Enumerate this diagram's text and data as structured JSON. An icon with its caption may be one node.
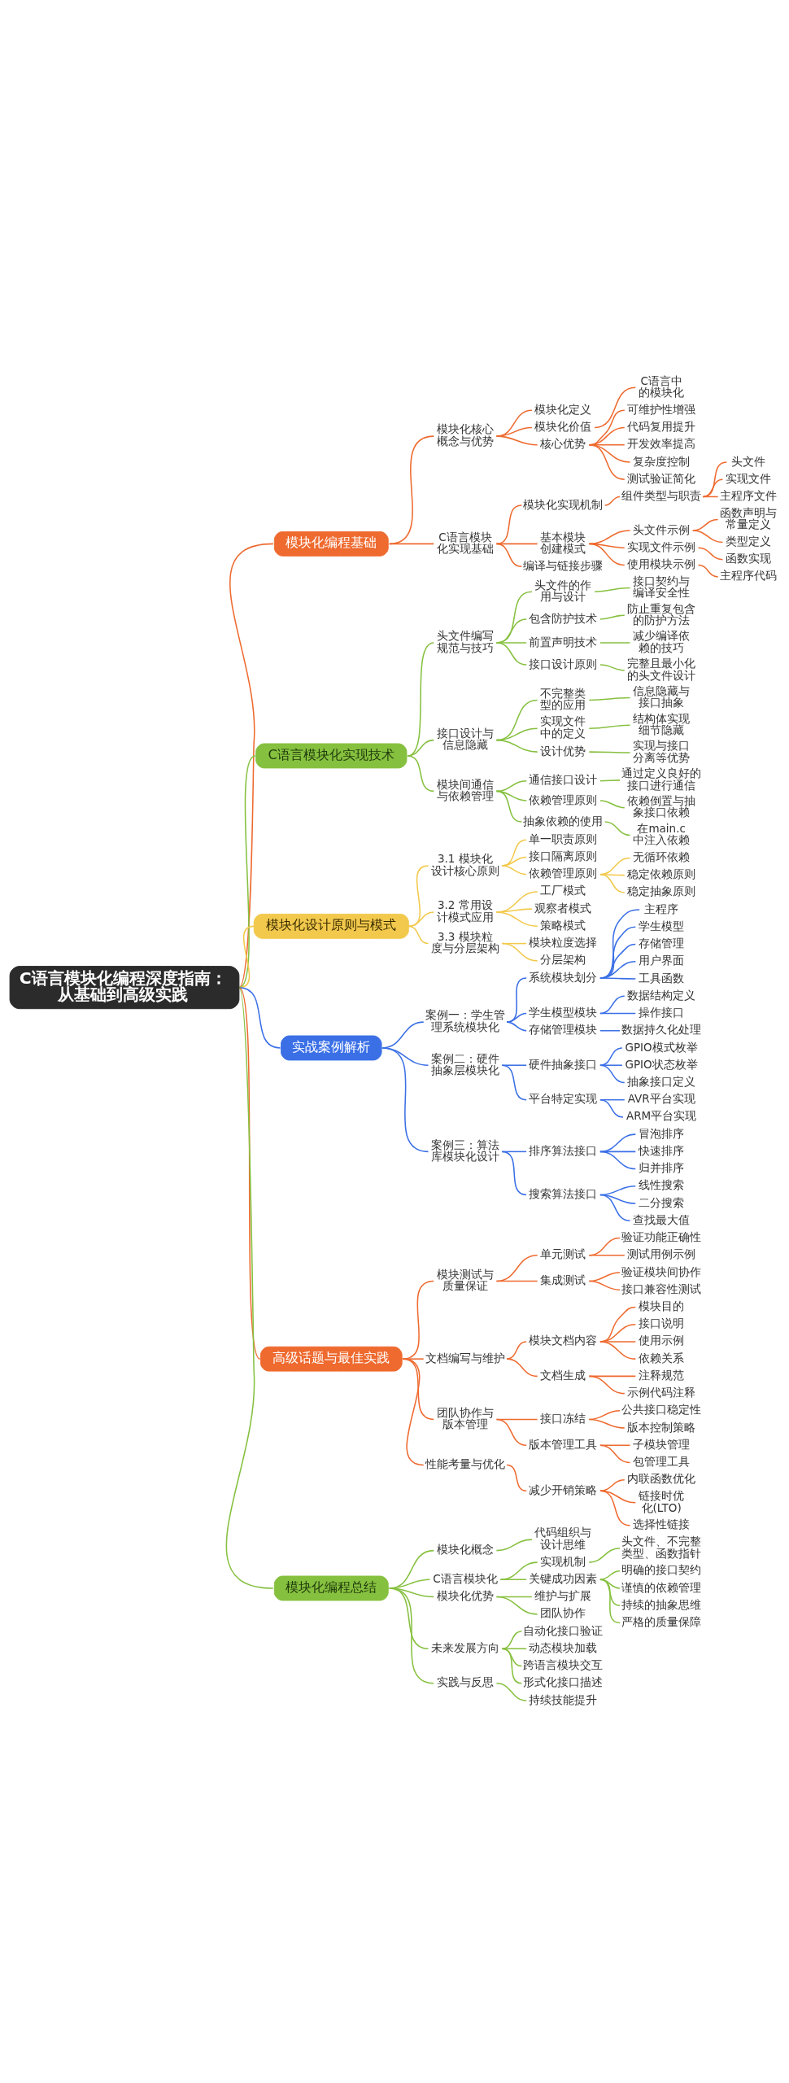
{
  "diagram": {
    "nodes": [
      {
        "text": [
          "C语言模块化编程深度指南：从基础到高级实践"
        ]
      },
      {
        "text": [
          "模块化编程基础"
        ]
      },
      {
        "text": [
          "模块化核心概念与优势"
        ]
      },
      {
        "text": [
          "模块化定义"
        ]
      },
      {
        "text": [
          "模块化价值"
        ]
      },
      {
        "text": [
          "C语言中的模块化"
        ]
      },
      {
        "text": [
          "核心优势"
        ]
      },
      {
        "text": [
          "可维护性增强"
        ]
      },
      {
        "text": [
          "代码复用提升"
        ]
      },
      {
        "text": [
          "开发效率提高"
        ]
      },
      {
        "text": [
          "复杂度控制"
        ]
      },
      {
        "text": [
          "测试验证简化"
        ]
      },
      {
        "text": [
          "C语言模块化实现基础"
        ]
      },
      {
        "text": [
          "模块化实现机制"
        ]
      },
      {
        "text": [
          "组件类型与职责"
        ]
      },
      {
        "text": [
          "头文件"
        ]
      },
      {
        "text": [
          "实现文件"
        ]
      },
      {
        "text": [
          "主程序文件"
        ]
      },
      {
        "text": [
          "基本模块创建模式"
        ]
      },
      {
        "text": [
          "头文件示例"
        ]
      },
      {
        "text": [
          "函数声明与常量定义"
        ]
      },
      {
        "text": [
          "类型定义"
        ]
      },
      {
        "text": [
          "实现文件示例"
        ]
      },
      {
        "text": [
          "函数实现"
        ]
      },
      {
        "text": [
          "使用模块示例"
        ]
      },
      {
        "text": [
          "主程序代码"
        ]
      },
      {
        "text": [
          "编译与链接步骤"
        ]
      },
      {
        "text": [
          "C语言模块化实现技术"
        ]
      },
      {
        "text": [
          "头文件编写规范与技巧"
        ]
      },
      {
        "text": [
          "头文件的作用与设计"
        ]
      },
      {
        "text": [
          "接口契约与编译安全性"
        ]
      },
      {
        "text": [
          "包含防护技术"
        ]
      },
      {
        "text": [
          "防止重复包含的防护方法"
        ]
      },
      {
        "text": [
          "前置声明技术"
        ]
      },
      {
        "text": [
          "减少编译依赖的技巧"
        ]
      },
      {
        "text": [
          "接口设计原则"
        ]
      },
      {
        "text": [
          "完整且最小化的头文件设计"
        ]
      },
      {
        "text": [
          "接口设计与信息隐藏"
        ]
      },
      {
        "text": [
          "不完整类型的应用"
        ]
      },
      {
        "text": [
          "信息隐藏与接口抽象"
        ]
      },
      {
        "text": [
          "实现文件中的定义"
        ]
      },
      {
        "text": [
          "结构体实现细节隐藏"
        ]
      },
      {
        "text": [
          "设计优势"
        ]
      },
      {
        "text": [
          "实现与接口分离等优势"
        ]
      },
      {
        "text": [
          "模块间通信与依赖管理"
        ]
      },
      {
        "text": [
          "通信接口设计"
        ]
      },
      {
        "text": [
          "通过定义良好的接口进行通信"
        ]
      },
      {
        "text": [
          "依赖管理原则"
        ]
      },
      {
        "text": [
          "依赖倒置与抽象接口依赖"
        ]
      },
      {
        "text": [
          "抽象依赖的使用"
        ]
      },
      {
        "text": [
          "在main.c中注入依赖"
        ]
      },
      {
        "text": [
          "模块化设计原则与模式"
        ]
      },
      {
        "text": [
          "3.1 模块化设计核心原则"
        ]
      },
      {
        "text": [
          "单一职责原则"
        ]
      },
      {
        "text": [
          "接口隔离原则"
        ]
      },
      {
        "text": [
          "依赖管理原则"
        ]
      },
      {
        "text": [
          "无循环依赖"
        ]
      },
      {
        "text": [
          "稳定依赖原则"
        ]
      },
      {
        "text": [
          "稳定抽象原则"
        ]
      },
      {
        "text": [
          "3.2 常用设计模式应用"
        ]
      },
      {
        "text": [
          "工厂模式"
        ]
      },
      {
        "text": [
          "观察者模式"
        ]
      },
      {
        "text": [
          "策略模式"
        ]
      },
      {
        "text": [
          "3.3 模块粒度与分层架构"
        ]
      },
      {
        "text": [
          "模块粒度选择"
        ]
      },
      {
        "text": [
          "分层架构"
        ]
      },
      {
        "text": [
          "实战案例解析"
        ]
      },
      {
        "text": [
          "案例一：学生管理系统模块化"
        ]
      },
      {
        "text": [
          "系统模块划分"
        ]
      },
      {
        "text": [
          "主程序"
        ]
      },
      {
        "text": [
          "学生模型"
        ]
      },
      {
        "text": [
          "存储管理"
        ]
      },
      {
        "text": [
          "用户界面"
        ]
      },
      {
        "text": [
          "工具函数"
        ]
      },
      {
        "text": [
          "学生模型模块"
        ]
      },
      {
        "text": [
          "数据结构定义"
        ]
      },
      {
        "text": [
          "操作接口"
        ]
      },
      {
        "text": [
          "存储管理模块"
        ]
      },
      {
        "text": [
          "数据持久化处理"
        ]
      },
      {
        "text": [
          "案例二：硬件抽象层模块化"
        ]
      },
      {
        "text": [
          "硬件抽象接口"
        ]
      },
      {
        "text": [
          "GPIO模式枚举"
        ]
      },
      {
        "text": [
          "GPIO状态枚举"
        ]
      },
      {
        "text": [
          "抽象接口定义"
        ]
      },
      {
        "text": [
          "平台特定实现"
        ]
      },
      {
        "text": [
          "AVR平台实现"
        ]
      },
      {
        "text": [
          "ARM平台实现"
        ]
      },
      {
        "text": [
          "案例三：算法库模块化设计"
        ]
      },
      {
        "text": [
          "排序算法接口"
        ]
      },
      {
        "text": [
          "冒泡排序"
        ]
      },
      {
        "text": [
          "快速排序"
        ]
      },
      {
        "text": [
          "归并排序"
        ]
      },
      {
        "text": [
          "搜索算法接口"
        ]
      },
      {
        "text": [
          "线性搜索"
        ]
      },
      {
        "text": [
          "二分搜索"
        ]
      },
      {
        "text": [
          "查找最大值"
        ]
      },
      {
        "text": [
          "高级话题与最佳实践"
        ]
      },
      {
        "text": [
          "模块测试与质量保证"
        ]
      },
      {
        "text": [
          "单元测试"
        ]
      },
      {
        "text": [
          "验证功能正确性"
        ]
      },
      {
        "text": [
          "测试用例示例"
        ]
      },
      {
        "text": [
          "集成测试"
        ]
      },
      {
        "text": [
          "验证模块间协作"
        ]
      },
      {
        "text": [
          "接口兼容性测试"
        ]
      },
      {
        "text": [
          "文档编写与维护"
        ]
      },
      {
        "text": [
          "模块文档内容"
        ]
      },
      {
        "text": [
          "模块目的"
        ]
      },
      {
        "text": [
          "接口说明"
        ]
      },
      {
        "text": [
          "使用示例"
        ]
      },
      {
        "text": [
          "依赖关系"
        ]
      },
      {
        "text": [
          "文档生成"
        ]
      },
      {
        "text": [
          "注释规范"
        ]
      },
      {
        "text": [
          "示例代码注释"
        ]
      },
      {
        "text": [
          "团队协作与版本管理"
        ]
      },
      {
        "text": [
          "接口冻结"
        ]
      },
      {
        "text": [
          "公共接口稳定性"
        ]
      },
      {
        "text": [
          "版本控制策略"
        ]
      },
      {
        "text": [
          "版本管理工具"
        ]
      },
      {
        "text": [
          "子模块管理"
        ]
      },
      {
        "text": [
          "包管理工具"
        ]
      },
      {
        "text": [
          "性能考量与优化"
        ]
      },
      {
        "text": [
          "减少开销策略"
        ]
      },
      {
        "text": [
          "内联函数优化"
        ]
      },
      {
        "text": [
          "链接时优化(LTO)"
        ]
      },
      {
        "text": [
          "选择性链接"
        ]
      },
      {
        "text": [
          "模块化编程总结"
        ]
      },
      {
        "text": [
          "模块化概念"
        ]
      },
      {
        "text": [
          "代码组织与设计思维"
        ]
      },
      {
        "text": [
          "C语言模块化"
        ]
      },
      {
        "text": [
          "实现机制"
        ]
      },
      {
        "text": [
          "头文件、不完整类型、函数指针"
        ]
      },
      {
        "text": [
          "关键成功因素"
        ]
      },
      {
        "text": [
          "明确的接口契约"
        ]
      },
      {
        "text": [
          "谨慎的依赖管理"
        ]
      },
      {
        "text": [
          "持续的抽象思维"
        ]
      },
      {
        "text": [
          "严格的质量保障"
        ]
      },
      {
        "text": [
          "模块化优势"
        ]
      },
      {
        "text": [
          "维护与扩展"
        ]
      },
      {
        "text": [
          "团队协作"
        ]
      },
      {
        "text": [
          "未来发展方向"
        ]
      },
      {
        "text": [
          "自动化接口验证"
        ]
      },
      {
        "text": [
          "动态模块加载"
        ]
      },
      {
        "text": [
          "跨语言模块交互"
        ]
      },
      {
        "text": [
          "形式化接口描述"
        ]
      },
      {
        "text": [
          "实践与反思"
        ]
      },
      {
        "text": [
          "持续技能提升"
        ]
      }
    ],
    "edges": [
      {
        "from": 0,
        "to": 1,
        "arrow": "none",
        "color": "#ee6a2f"
      },
      {
        "from": 1,
        "to": 2,
        "arrow": "none",
        "color": "#ee6a2f"
      },
      {
        "from": 2,
        "to": 3,
        "arrow": "none",
        "color": "#ee6a2f"
      },
      {
        "from": 2,
        "to": 4,
        "arrow": "none",
        "color": "#ee6a2f"
      },
      {
        "from": 4,
        "to": 5,
        "arrow": "none",
        "color": "#ee6a2f"
      },
      {
        "from": 2,
        "to": 6,
        "arrow": "none",
        "color": "#ee6a2f"
      },
      {
        "from": 6,
        "to": 7,
        "arrow": "none",
        "color": "#ee6a2f"
      },
      {
        "from": 6,
        "to": 8,
        "arrow": "none",
        "color": "#ee6a2f"
      },
      {
        "from": 6,
        "to": 9,
        "arrow": "none",
        "color": "#ee6a2f"
      },
      {
        "from": 6,
        "to": 10,
        "arrow": "none",
        "color": "#ee6a2f"
      },
      {
        "from": 6,
        "to": 11,
        "arrow": "none",
        "color": "#ee6a2f"
      },
      {
        "from": 1,
        "to": 12,
        "arrow": "none",
        "color": "#ee6a2f"
      },
      {
        "from": 12,
        "to": 13,
        "arrow": "none",
        "color": "#ee6a2f"
      },
      {
        "from": 13,
        "to": 14,
        "arrow": "none",
        "color": "#ee6a2f"
      },
      {
        "from": 14,
        "to": 15,
        "arrow": "none",
        "color": "#ee6a2f"
      },
      {
        "from": 14,
        "to": 16,
        "arrow": "none",
        "color": "#ee6a2f"
      },
      {
        "from": 14,
        "to": 17,
        "arrow": "none",
        "color": "#ee6a2f"
      },
      {
        "from": 12,
        "to": 18,
        "arrow": "none",
        "color": "#ee6a2f"
      },
      {
        "from": 18,
        "to": 19,
        "arrow": "none",
        "color": "#ee6a2f"
      },
      {
        "from": 19,
        "to": 20,
        "arrow": "none",
        "color": "#ee6a2f"
      },
      {
        "from": 19,
        "to": 21,
        "arrow": "none",
        "color": "#ee6a2f"
      },
      {
        "from": 18,
        "to": 22,
        "arrow": "none",
        "color": "#ee6a2f"
      },
      {
        "from": 22,
        "to": 23,
        "arrow": "none",
        "color": "#ee6a2f"
      },
      {
        "from": 18,
        "to": 24,
        "arrow": "none",
        "color": "#ee6a2f"
      },
      {
        "from": 24,
        "to": 25,
        "arrow": "none",
        "color": "#ee6a2f"
      },
      {
        "from": 12,
        "to": 26,
        "arrow": "none",
        "color": "#ee6a2f"
      },
      {
        "from": 0,
        "to": 27,
        "arrow": "none",
        "color": "#86c03f"
      },
      {
        "from": 27,
        "to": 28,
        "arrow": "none",
        "color": "#86c03f"
      },
      {
        "from": 28,
        "to": 29,
        "arrow": "none",
        "color": "#86c03f"
      },
      {
        "from": 29,
        "to": 30,
        "arrow": "none",
        "color": "#86c03f"
      },
      {
        "from": 28,
        "to": 31,
        "arrow": "none",
        "color": "#86c03f"
      },
      {
        "from": 31,
        "to": 32,
        "arrow": "none",
        "color": "#86c03f"
      },
      {
        "from": 28,
        "to": 33,
        "arrow": "none",
        "color": "#86c03f"
      },
      {
        "from": 33,
        "to": 34,
        "arrow": "none",
        "color": "#86c03f"
      },
      {
        "from": 28,
        "to": 35,
        "arrow": "none",
        "color": "#86c03f"
      },
      {
        "from": 35,
        "to": 36,
        "arrow": "none",
        "color": "#86c03f"
      },
      {
        "from": 27,
        "to": 37,
        "arrow": "none",
        "color": "#86c03f"
      },
      {
        "from": 37,
        "to": 38,
        "arrow": "none",
        "color": "#86c03f"
      },
      {
        "from": 38,
        "to": 39,
        "arrow": "none",
        "color": "#86c03f"
      },
      {
        "from": 37,
        "to": 40,
        "arrow": "none",
        "color": "#86c03f"
      },
      {
        "from": 40,
        "to": 41,
        "arrow": "none",
        "color": "#86c03f"
      },
      {
        "from": 37,
        "to": 42,
        "arrow": "none",
        "color": "#86c03f"
      },
      {
        "from": 42,
        "to": 43,
        "arrow": "none",
        "color": "#86c03f"
      },
      {
        "from": 27,
        "to": 44,
        "arrow": "none",
        "color": "#86c03f"
      },
      {
        "from": 44,
        "to": 45,
        "arrow": "none",
        "color": "#86c03f"
      },
      {
        "from": 45,
        "to": 46,
        "arrow": "none",
        "color": "#86c03f"
      },
      {
        "from": 44,
        "to": 47,
        "arrow": "none",
        "color": "#86c03f"
      },
      {
        "from": 47,
        "to": 48,
        "arrow": "none",
        "color": "#86c03f"
      },
      {
        "from": 44,
        "to": 49,
        "arrow": "none",
        "color": "#86c03f"
      },
      {
        "from": 49,
        "to": 50,
        "arrow": "none",
        "color": "#86c03f"
      },
      {
        "from": 0,
        "to": 51,
        "arrow": "none",
        "color": "#f2c94c"
      },
      {
        "from": 51,
        "to": 52,
        "arrow": "none",
        "color": "#f2c94c"
      },
      {
        "from": 52,
        "to": 53,
        "arrow": "none",
        "color": "#f2c94c"
      },
      {
        "from": 52,
        "to": 54,
        "arrow": "none",
        "color": "#f2c94c"
      },
      {
        "from": 52,
        "to": 55,
        "arrow": "none",
        "color": "#f2c94c"
      },
      {
        "from": 55,
        "to": 56,
        "arrow": "none",
        "color": "#f2c94c"
      },
      {
        "from": 55,
        "to": 57,
        "arrow": "none",
        "color": "#f2c94c"
      },
      {
        "from": 55,
        "to": 58,
        "arrow": "none",
        "color": "#f2c94c"
      },
      {
        "from": 51,
        "to": 59,
        "arrow": "none",
        "color": "#f2c94c"
      },
      {
        "from": 59,
        "to": 60,
        "arrow": "none",
        "color": "#f2c94c"
      },
      {
        "from": 59,
        "to": 61,
        "arrow": "none",
        "color": "#f2c94c"
      },
      {
        "from": 59,
        "to": 62,
        "arrow": "none",
        "color": "#f2c94c"
      },
      {
        "from": 51,
        "to": 63,
        "arrow": "none",
        "color": "#f2c94c"
      },
      {
        "from": 63,
        "to": 64,
        "arrow": "none",
        "color": "#f2c94c"
      },
      {
        "from": 63,
        "to": 65,
        "arrow": "none",
        "color": "#f2c94c"
      },
      {
        "from": 0,
        "to": 66,
        "arrow": "none",
        "color": "#3a6fe6"
      },
      {
        "from": 66,
        "to": 67,
        "arrow": "none",
        "color": "#3a6fe6"
      },
      {
        "from": 67,
        "to": 68,
        "arrow": "none",
        "color": "#3a6fe6"
      },
      {
        "from": 68,
        "to": 69,
        "arrow": "none",
        "color": "#3a6fe6"
      },
      {
        "from": 68,
        "to": 70,
        "arrow": "none",
        "color": "#3a6fe6"
      },
      {
        "from": 68,
        "to": 71,
        "arrow": "none",
        "color": "#3a6fe6"
      },
      {
        "from": 68,
        "to": 72,
        "arrow": "none",
        "color": "#3a6fe6"
      },
      {
        "from": 68,
        "to": 73,
        "arrow": "none",
        "color": "#3a6fe6"
      },
      {
        "from": 67,
        "to": 74,
        "arrow": "none",
        "color": "#3a6fe6"
      },
      {
        "from": 74,
        "to": 75,
        "arrow": "none",
        "color": "#3a6fe6"
      },
      {
        "from": 74,
        "to": 76,
        "arrow": "none",
        "color": "#3a6fe6"
      },
      {
        "from": 67,
        "to": 77,
        "arrow": "none",
        "color": "#3a6fe6"
      },
      {
        "from": 77,
        "to": 78,
        "arrow": "none",
        "color": "#3a6fe6"
      },
      {
        "from": 66,
        "to": 79,
        "arrow": "none",
        "color": "#3a6fe6"
      },
      {
        "from": 79,
        "to": 80,
        "arrow": "none",
        "color": "#3a6fe6"
      },
      {
        "from": 80,
        "to": 81,
        "arrow": "none",
        "color": "#3a6fe6"
      },
      {
        "from": 80,
        "to": 82,
        "arrow": "none",
        "color": "#3a6fe6"
      },
      {
        "from": 80,
        "to": 83,
        "arrow": "none",
        "color": "#3a6fe6"
      },
      {
        "from": 79,
        "to": 84,
        "arrow": "none",
        "color": "#3a6fe6"
      },
      {
        "from": 84,
        "to": 85,
        "arrow": "none",
        "color": "#3a6fe6"
      },
      {
        "from": 84,
        "to": 86,
        "arrow": "none",
        "color": "#3a6fe6"
      },
      {
        "from": 66,
        "to": 87,
        "arrow": "none",
        "color": "#3a6fe6"
      },
      {
        "from": 87,
        "to": 88,
        "arrow": "none",
        "color": "#3a6fe6"
      },
      {
        "from": 88,
        "to": 89,
        "arrow": "none",
        "color": "#3a6fe6"
      },
      {
        "from": 88,
        "to": 90,
        "arrow": "none",
        "color": "#3a6fe6"
      },
      {
        "from": 88,
        "to": 91,
        "arrow": "none",
        "color": "#3a6fe6"
      },
      {
        "from": 87,
        "to": 92,
        "arrow": "none",
        "color": "#3a6fe6"
      },
      {
        "from": 92,
        "to": 93,
        "arrow": "none",
        "color": "#3a6fe6"
      },
      {
        "from": 92,
        "to": 94,
        "arrow": "none",
        "color": "#3a6fe6"
      },
      {
        "from": 92,
        "to": 95,
        "arrow": "none",
        "color": "#3a6fe6"
      },
      {
        "from": 0,
        "to": 96,
        "arrow": "none",
        "color": "#ee6a2f"
      },
      {
        "from": 96,
        "to": 97,
        "arrow": "none",
        "color": "#ee6a2f"
      },
      {
        "from": 97,
        "to": 98,
        "arrow": "none",
        "color": "#ee6a2f"
      },
      {
        "from": 98,
        "to": 99,
        "arrow": "none",
        "color": "#ee6a2f"
      },
      {
        "from": 98,
        "to": 100,
        "arrow": "none",
        "color": "#ee6a2f"
      },
      {
        "from": 97,
        "to": 101,
        "arrow": "none",
        "color": "#ee6a2f"
      },
      {
        "from": 101,
        "to": 102,
        "arrow": "none",
        "color": "#ee6a2f"
      },
      {
        "from": 101,
        "to": 103,
        "arrow": "none",
        "color": "#ee6a2f"
      },
      {
        "from": 96,
        "to": 104,
        "arrow": "none",
        "color": "#ee6a2f"
      },
      {
        "from": 104,
        "to": 105,
        "arrow": "none",
        "color": "#ee6a2f"
      },
      {
        "from": 105,
        "to": 106,
        "arrow": "none",
        "color": "#ee6a2f"
      },
      {
        "from": 105,
        "to": 107,
        "arrow": "none",
        "color": "#ee6a2f"
      },
      {
        "from": 105,
        "to": 108,
        "arrow": "none",
        "color": "#ee6a2f"
      },
      {
        "from": 105,
        "to": 109,
        "arrow": "none",
        "color": "#ee6a2f"
      },
      {
        "from": 104,
        "to": 110,
        "arrow": "none",
        "color": "#ee6a2f"
      },
      {
        "from": 110,
        "to": 111,
        "arrow": "none",
        "color": "#ee6a2f"
      },
      {
        "from": 110,
        "to": 112,
        "arrow": "none",
        "color": "#ee6a2f"
      },
      {
        "from": 96,
        "to": 113,
        "arrow": "none",
        "color": "#ee6a2f"
      },
      {
        "from": 113,
        "to": 114,
        "arrow": "none",
        "color": "#ee6a2f"
      },
      {
        "from": 114,
        "to": 115,
        "arrow": "none",
        "color": "#ee6a2f"
      },
      {
        "from": 114,
        "to": 116,
        "arrow": "none",
        "color": "#ee6a2f"
      },
      {
        "from": 113,
        "to": 117,
        "arrow": "none",
        "color": "#ee6a2f"
      },
      {
        "from": 117,
        "to": 118,
        "arrow": "none",
        "color": "#ee6a2f"
      },
      {
        "from": 117,
        "to": 119,
        "arrow": "none",
        "color": "#ee6a2f"
      },
      {
        "from": 96,
        "to": 120,
        "arrow": "none",
        "color": "#ee6a2f"
      },
      {
        "from": 120,
        "to": 121,
        "arrow": "none",
        "color": "#ee6a2f"
      },
      {
        "from": 121,
        "to": 122,
        "arrow": "none",
        "color": "#ee6a2f"
      },
      {
        "from": 121,
        "to": 123,
        "arrow": "none",
        "color": "#ee6a2f"
      },
      {
        "from": 121,
        "to": 124,
        "arrow": "none",
        "color": "#ee6a2f"
      },
      {
        "from": 0,
        "to": 125,
        "arrow": "none",
        "color": "#86c03f"
      },
      {
        "from": 125,
        "to": 126,
        "arrow": "none",
        "color": "#86c03f"
      },
      {
        "from": 126,
        "to": 127,
        "arrow": "none",
        "color": "#86c03f"
      },
      {
        "from": 125,
        "to": 128,
        "arrow": "none",
        "color": "#86c03f"
      },
      {
        "from": 128,
        "to": 129,
        "arrow": "none",
        "color": "#86c03f"
      },
      {
        "from": 129,
        "to": 130,
        "arrow": "none",
        "color": "#86c03f"
      },
      {
        "from": 128,
        "to": 131,
        "arrow": "none",
        "color": "#86c03f"
      },
      {
        "from": 131,
        "to": 132,
        "arrow": "none",
        "color": "#86c03f"
      },
      {
        "from": 131,
        "to": 133,
        "arrow": "none",
        "color": "#86c03f"
      },
      {
        "from": 131,
        "to": 134,
        "arrow": "none",
        "color": "#86c03f"
      },
      {
        "from": 131,
        "to": 135,
        "arrow": "none",
        "color": "#86c03f"
      },
      {
        "from": 125,
        "to": 136,
        "arrow": "none",
        "color": "#86c03f"
      },
      {
        "from": 136,
        "to": 137,
        "arrow": "none",
        "color": "#86c03f"
      },
      {
        "from": 136,
        "to": 138,
        "arrow": "none",
        "color": "#86c03f"
      },
      {
        "from": 125,
        "to": 139,
        "arrow": "none",
        "color": "#86c03f"
      },
      {
        "from": 139,
        "to": 140,
        "arrow": "none",
        "color": "#86c03f"
      },
      {
        "from": 139,
        "to": 141,
        "arrow": "none",
        "color": "#86c03f"
      },
      {
        "from": 139,
        "to": 142,
        "arrow": "none",
        "color": "#86c03f"
      },
      {
        "from": 139,
        "to": 143,
        "arrow": "none",
        "color": "#86c03f"
      },
      {
        "from": 125,
        "to": 144,
        "arrow": "none",
        "color": "#86c03f"
      },
      {
        "from": 144,
        "to": 145,
        "arrow": "none",
        "color": "#86c03f"
      }
    ]
  }
}
